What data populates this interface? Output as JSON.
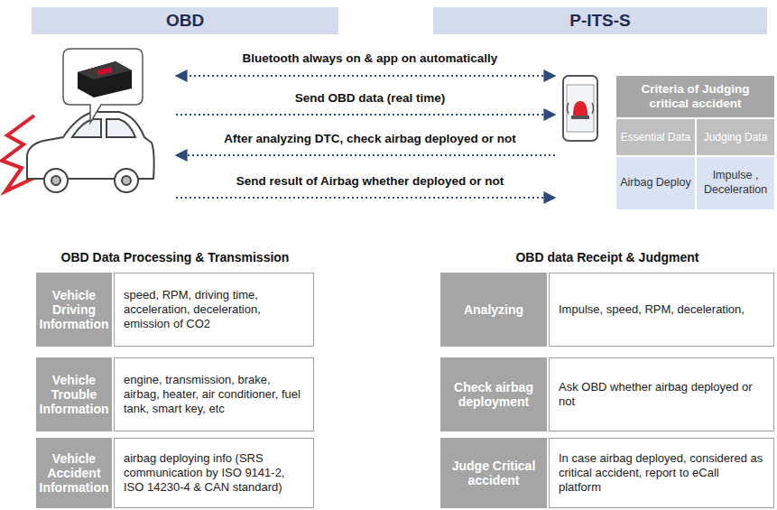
{
  "diagram": {
    "nodes": [
      {
        "text": [
          "OBD"
        ]
      },
      {
        "text": [
          "P-ITS-S"
        ]
      },
      {
        "text": [
          "Vehicle Driving Information"
        ]
      },
      {
        "text": [
          "speed, RPM, driving time, acceleration, deceleration, emission of CO2"
        ]
      },
      {
        "text": [
          "Vehicle Trouble Information"
        ]
      },
      {
        "text": [
          "engine, transmission, brake, airbag, heater, air conditioner, fuel tank, smart key, etc"
        ]
      },
      {
        "text": [
          "Vehicle Accident Information"
        ]
      },
      {
        "text": [
          "airbag deploying info (SRS communication by ISO 9141-2, ISO 14230-4 & CAN standard)"
        ]
      },
      {
        "text": [
          "Analyzing"
        ]
      },
      {
        "text": [
          "Impulse, speed, RPM, deceleration,"
        ]
      },
      {
        "text": [
          "Check airbag deployment"
        ]
      },
      {
        "text": [
          "Ask OBD whether airbag deployed or not"
        ]
      },
      {
        "text": [
          "Judge Critical accident"
        ]
      },
      {
        "text": [
          "In case airbag deployed, considered as critical accident, report to eCall platform"
        ]
      }
    ],
    "labels": [
      "Bluetooth always on & app on automatically",
      "Send OBD data (real time)",
      "After analyzing DTC, check airbag deployed or not",
      "Send result of Airbag whether deployed or not",
      "Criteria of Judging critical accident",
      "Essential Data",
      "Judging Data",
      "Airbag Deploy",
      "Impulse , Deceleration",
      "OBD Data Processing & Transmission",
      "OBD data Receipt & Judgment"
    ]
  }
}
